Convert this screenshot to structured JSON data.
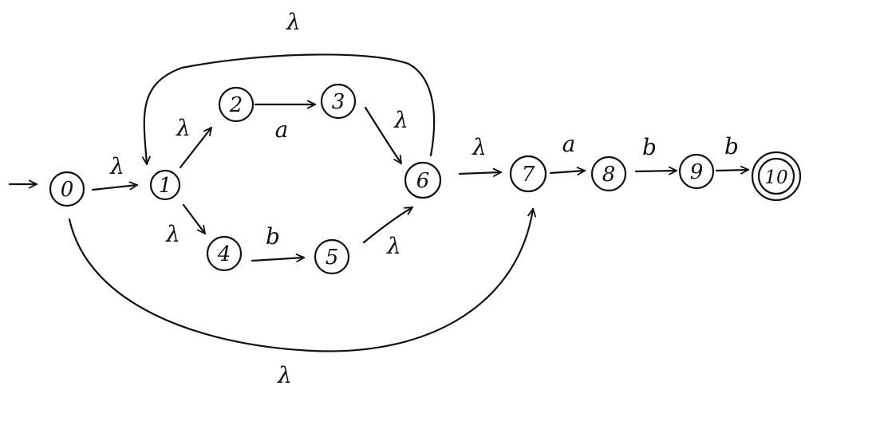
{
  "states": [
    {
      "id": "q0",
      "label": "0",
      "accepting": false
    },
    {
      "id": "q1",
      "label": "1",
      "accepting": false
    },
    {
      "id": "q2",
      "label": "2",
      "accepting": false
    },
    {
      "id": "q3",
      "label": "3",
      "accepting": false
    },
    {
      "id": "q4",
      "label": "4",
      "accepting": false
    },
    {
      "id": "q5",
      "label": "5",
      "accepting": false
    },
    {
      "id": "q6",
      "label": "6",
      "accepting": false
    },
    {
      "id": "q7",
      "label": "7",
      "accepting": false
    },
    {
      "id": "q8",
      "label": "8",
      "accepting": false
    },
    {
      "id": "q9",
      "label": "9",
      "accepting": false
    },
    {
      "id": "q10",
      "label": "10",
      "accepting": true
    }
  ],
  "start_state": "q0",
  "transitions": [
    {
      "from": "q0",
      "to": "q1",
      "label": "λ"
    },
    {
      "from": "q1",
      "to": "q2",
      "label": "λ"
    },
    {
      "from": "q2",
      "to": "q3",
      "label": "a"
    },
    {
      "from": "q3",
      "to": "q6",
      "label": "λ"
    },
    {
      "from": "q1",
      "to": "q4",
      "label": "λ"
    },
    {
      "from": "q4",
      "to": "q5",
      "label": "b"
    },
    {
      "from": "q5",
      "to": "q6",
      "label": "λ"
    },
    {
      "from": "q6",
      "to": "q1",
      "label": "λ"
    },
    {
      "from": "q6",
      "to": "q7",
      "label": "λ"
    },
    {
      "from": "q0",
      "to": "q7",
      "label": "λ"
    },
    {
      "from": "q7",
      "to": "q8",
      "label": "a"
    },
    {
      "from": "q8",
      "to": "q9",
      "label": "b"
    },
    {
      "from": "q9",
      "to": "q10",
      "label": "b"
    }
  ]
}
